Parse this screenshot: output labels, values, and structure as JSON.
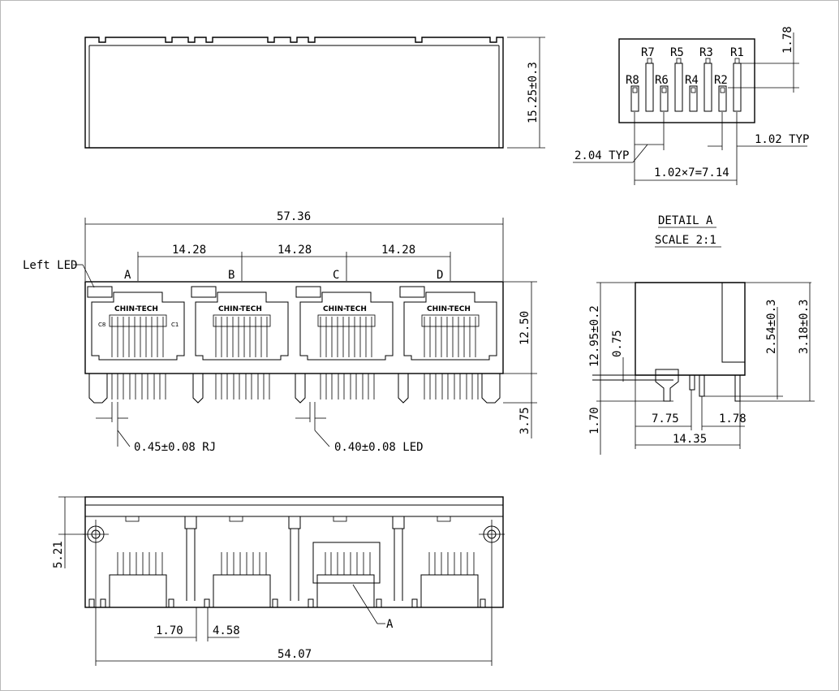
{
  "labels": {
    "dim_height_top": "15.25±0.3",
    "dim_pin_top": "1.78",
    "pin_R1": "R1",
    "pin_R2": "R2",
    "pin_R3": "R3",
    "pin_R4": "R4",
    "pin_R5": "R5",
    "pin_R6": "R6",
    "pin_R7": "R7",
    "pin_R8": "R8",
    "dim_typ_102": "1.02 TYP",
    "dim_typ_204": "2.04 TYP",
    "dim_pitch_total": "1.02×7=7.14",
    "detail_title": "DETAIL A",
    "detail_scale": "SCALE 2:1",
    "dim_overall_width": "57.36",
    "dim_port_pitch_1": "14.28",
    "dim_port_pitch_2": "14.28",
    "dim_port_pitch_3": "14.28",
    "left_led": "Left LED",
    "port_A": "A",
    "port_B": "B",
    "port_C": "C",
    "port_D": "D",
    "brand_logo": "CHIN-TECH",
    "contact_c8": "C8",
    "contact_c1": "C1",
    "dim_front_height": "12.50",
    "dim_tail": "3.75",
    "note_rj_pin": "0.45±0.08 RJ",
    "note_led_pin": "0.40±0.08 LED",
    "side_dim_1295": "12.95±0.2",
    "side_dim_075": "0.75",
    "side_dim_254": "2.54±0.3",
    "side_dim_318": "3.18±0.3",
    "side_dim_170": "1.70",
    "side_dim_775": "7.75",
    "side_dim_178": "1.78",
    "side_dim_1435": "14.35",
    "bottom_dim_521": "5.21",
    "bottom_dim_170": "1.70",
    "bottom_dim_458": "4.58",
    "bottom_dim_5407": "54.07",
    "detail_ref_A": "A"
  }
}
